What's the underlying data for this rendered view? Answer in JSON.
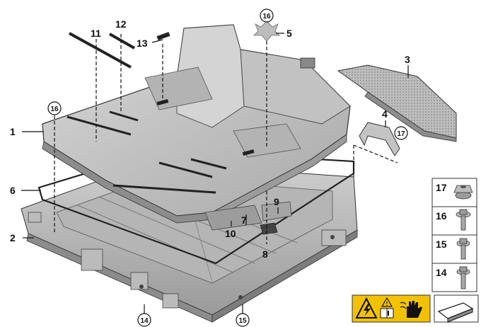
{
  "callouts": {
    "c1": "1",
    "c2": "2",
    "c3": "3",
    "c4": "4",
    "c5": "5",
    "c6": "6",
    "c7": "7",
    "c8": "8",
    "c9": "9",
    "c10": "10",
    "c11": "11",
    "c12": "12",
    "c13": "13",
    "c14": "14",
    "c15": "15",
    "c16a": "16",
    "c16b": "16",
    "c17": "17"
  },
  "legend": {
    "items": [
      {
        "label": "17",
        "icon": "nut-icon"
      },
      {
        "label": "16",
        "icon": "bolt-icon"
      },
      {
        "label": "15",
        "icon": "bolt-icon"
      },
      {
        "label": "14",
        "icon": "bolt-icon"
      }
    ]
  },
  "warning_label": {
    "icons": [
      "high-voltage-warning-icon",
      "read-manual-icon",
      "wear-gloves-icon"
    ],
    "background": "#f2c200"
  },
  "colors": {
    "part_fill": "#c8c8c8",
    "part_shadow": "#8f8f8f",
    "outline": "#222222"
  }
}
